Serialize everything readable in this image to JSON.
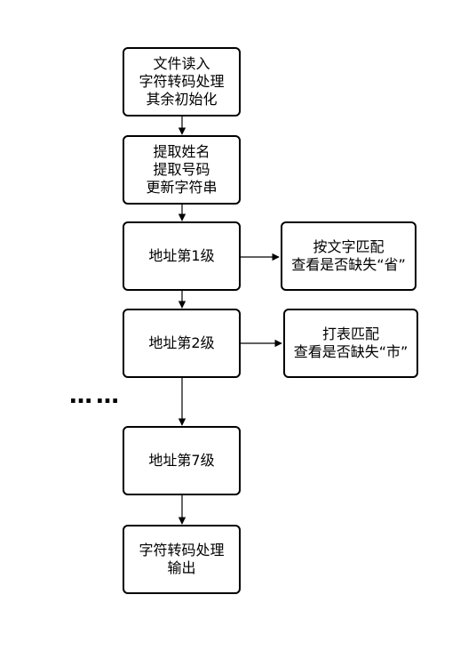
{
  "nodes": {
    "read": [
      "文件读入",
      "字符转码处理",
      "其余初始化"
    ],
    "extract": [
      "提取姓名",
      "提取号码",
      "更新字符串"
    ],
    "level1": [
      "地址第1级"
    ],
    "level2": [
      "地址第2级"
    ],
    "level7": [
      "地址第7级"
    ],
    "output": [
      "字符转码处理",
      "输出"
    ],
    "side1": [
      "按文字匹配",
      "查看是否缺失“省”"
    ],
    "side2": [
      "打表匹配",
      "查看是否缺失“市”"
    ]
  },
  "ellipsis": "……"
}
